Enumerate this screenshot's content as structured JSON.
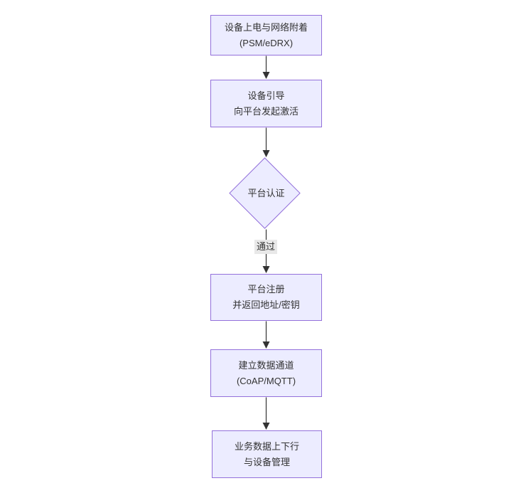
{
  "diagram": {
    "type": "flowchart",
    "direction": "top-down",
    "nodes": [
      {
        "id": "power-attach",
        "shape": "rectangle",
        "lines": [
          "设备上电与网络附着",
          "(PSM/eDRX)"
        ]
      },
      {
        "id": "bootstrap",
        "shape": "rectangle",
        "lines": [
          "设备引导",
          "向平台发起激活"
        ]
      },
      {
        "id": "platform-auth",
        "shape": "diamond",
        "lines": [
          "平台认证"
        ]
      },
      {
        "id": "platform-register",
        "shape": "rectangle",
        "lines": [
          "平台注册",
          "并返回地址/密钥"
        ]
      },
      {
        "id": "data-channel",
        "shape": "rectangle",
        "lines": [
          "建立数据通道",
          "(CoAP/MQTT)"
        ]
      },
      {
        "id": "business-data",
        "shape": "rectangle",
        "lines": [
          "业务数据上下行",
          "与设备管理"
        ]
      }
    ],
    "edges": [
      {
        "from": "power-attach",
        "to": "bootstrap",
        "label": ""
      },
      {
        "from": "bootstrap",
        "to": "platform-auth",
        "label": ""
      },
      {
        "from": "platform-auth",
        "to": "platform-register",
        "label": "通过"
      },
      {
        "from": "platform-register",
        "to": "data-channel",
        "label": ""
      },
      {
        "from": "data-channel",
        "to": "business-data",
        "label": ""
      }
    ],
    "colors": {
      "background": "#ffffff",
      "node_fill": "#ECECFF",
      "node_border": "#9370DB",
      "edge": "#333333",
      "edge_label_bg": "#e8e8e8",
      "text": "#333333"
    }
  }
}
